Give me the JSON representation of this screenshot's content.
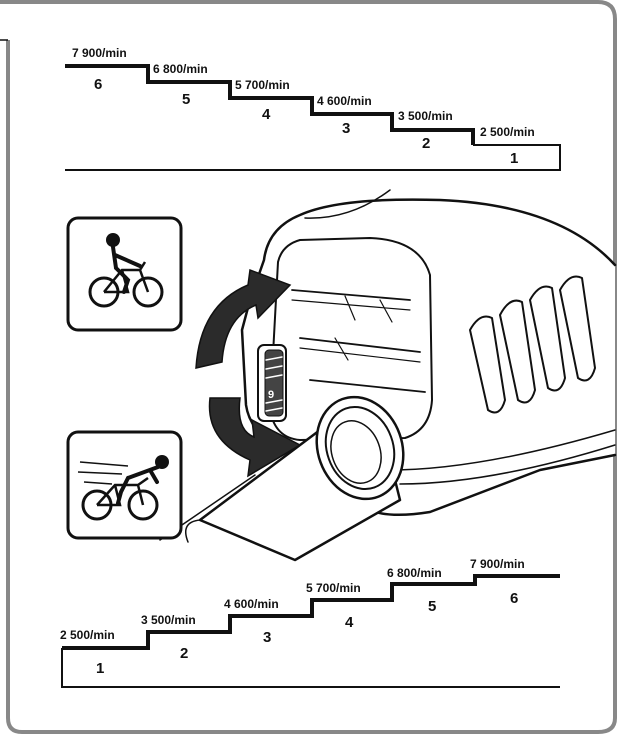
{
  "speed_steps": [
    {
      "gear": "1",
      "speed": "2 500/min"
    },
    {
      "gear": "2",
      "speed": "3 500/min"
    },
    {
      "gear": "3",
      "speed": "4 600/min"
    },
    {
      "gear": "4",
      "speed": "5 700/min"
    },
    {
      "gear": "5",
      "speed": "6 800/min"
    },
    {
      "gear": "6",
      "speed": "7 900/min"
    }
  ],
  "dial_mark": "9",
  "icons": {
    "slow": "cyclist-slow-icon",
    "fast": "cyclist-fast-icon",
    "arrow_up": "rotate-up-arrow-icon",
    "arrow_down": "rotate-down-arrow-icon"
  },
  "colors": {
    "line": "#111111",
    "frame": "#888888",
    "tool_fill": "#ffffff"
  }
}
